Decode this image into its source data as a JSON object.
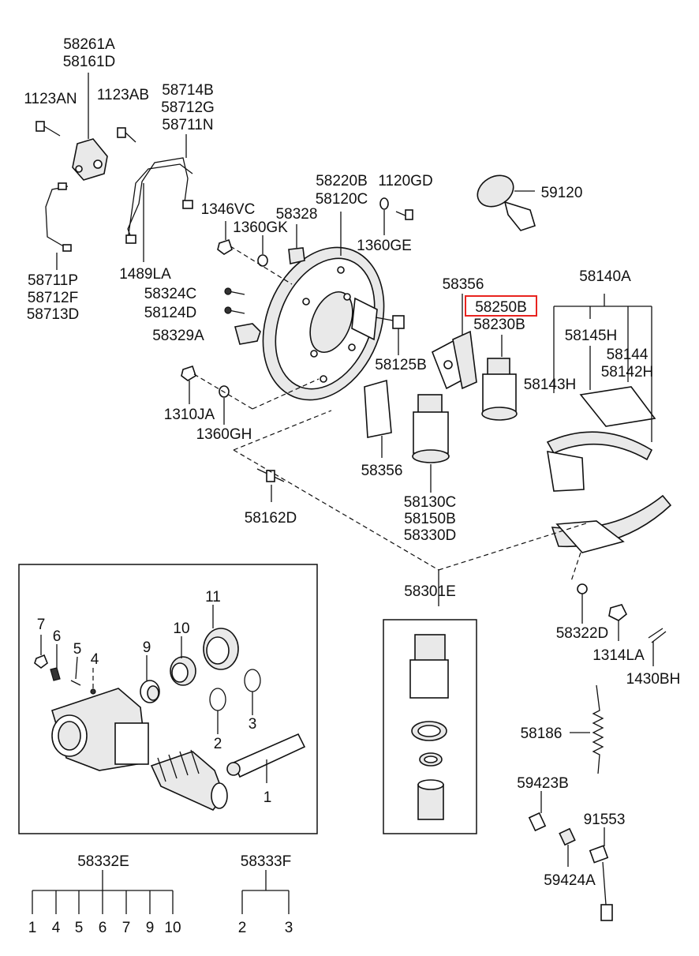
{
  "labels": {
    "p58261A": "58261A",
    "p58161D": "58161D",
    "p1123AN": "1123AN",
    "p1123AB": "1123AB",
    "p58714B": "58714B",
    "p58712G": "58712G",
    "p58711N": "58711N",
    "p58220B": "58220B",
    "p58120C": "58120C",
    "p1120GD": "1120GD",
    "p59120": "59120",
    "p1346VC": "1346VC",
    "p58328": "58328",
    "p1360GK": "1360GK",
    "p1360GE": "1360GE",
    "p58711P": "58711P",
    "p58712F": "58712F",
    "p58713D": "58713D",
    "p1489LA": "1489LA",
    "p58356a": "58356",
    "p58250B": "58250B",
    "p58230B": "58230B",
    "p58140A": "58140A",
    "p58324C": "58324C",
    "p58124D": "58124D",
    "p58329A": "58329A",
    "p58145H": "58145H",
    "p58144": "58144",
    "p58142H": "58142H",
    "p58143H": "58143H",
    "p58125B": "58125B",
    "p1310JA": "1310JA",
    "p1360GH": "1360GH",
    "p58356b": "58356",
    "p58162D": "58162D",
    "p58130C": "58130C",
    "p58150B": "58150B",
    "p58330D": "58330D",
    "p58301E": "58301E",
    "p58322D": "58322D",
    "p1314LA": "1314LA",
    "p1430BH": "1430BH",
    "p58186": "58186",
    "p59423B": "59423B",
    "p91553": "91553",
    "p59424A": "59424A",
    "n7": "7",
    "n6": "6",
    "n5": "5",
    "n4": "4",
    "n9": "9",
    "n10": "10",
    "n11": "11",
    "n3": "3",
    "n2": "2",
    "n1": "1",
    "p58332E": "58332E",
    "p58333F": "58333F"
  },
  "kit_58332E": [
    "1",
    "4",
    "5",
    "6",
    "7",
    "9",
    "10"
  ],
  "kit_58333F": [
    "2",
    "3"
  ],
  "highlight_color": "#e8231f"
}
